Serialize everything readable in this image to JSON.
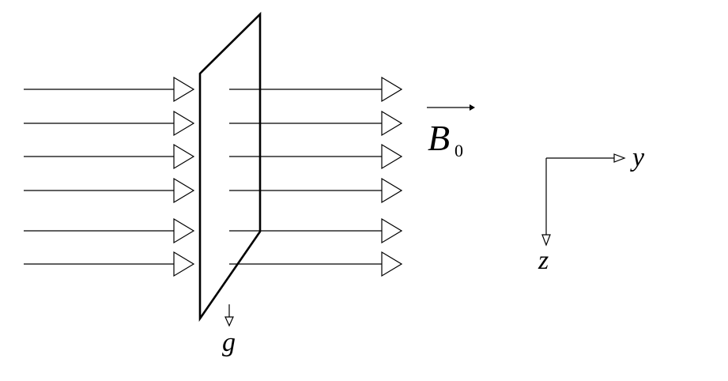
{
  "field": {
    "symbol": "B",
    "subscript": "0",
    "rows": 6,
    "description_color": "#000000"
  },
  "axes": {
    "horizontal": "y",
    "vertical": "z"
  },
  "gravity": {
    "symbol": "g"
  }
}
